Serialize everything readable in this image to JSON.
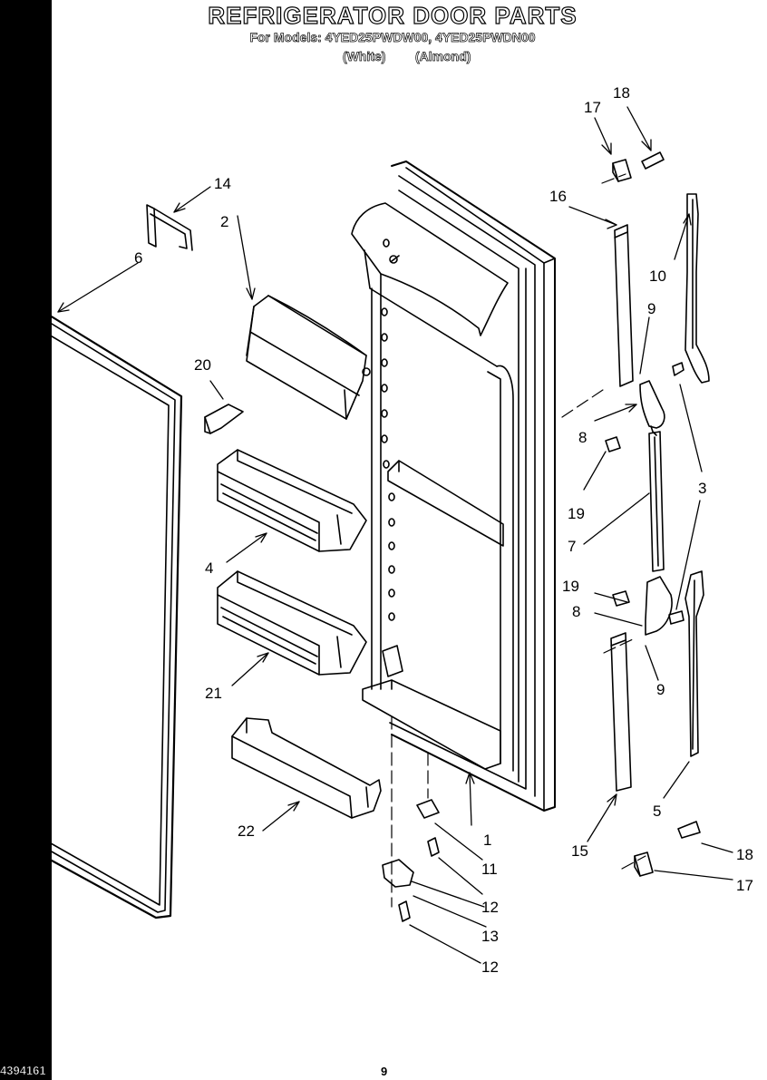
{
  "header": {
    "title": "REFRIGERATOR DOOR PARTS",
    "models": "For Models: 4YED25PWDW00, 4YED25PWDN00",
    "color_white": "(White)",
    "color_almond": "(Almond)"
  },
  "callouts": [
    "1",
    "2",
    "3",
    "4",
    "5",
    "6",
    "7",
    "8",
    "8",
    "9",
    "9",
    "10",
    "11",
    "12",
    "12",
    "13",
    "14",
    "15",
    "16",
    "17",
    "17",
    "18",
    "18",
    "19",
    "19",
    "20",
    "21",
    "22"
  ],
  "footer": {
    "doc_id": "4394161",
    "page": "9"
  }
}
